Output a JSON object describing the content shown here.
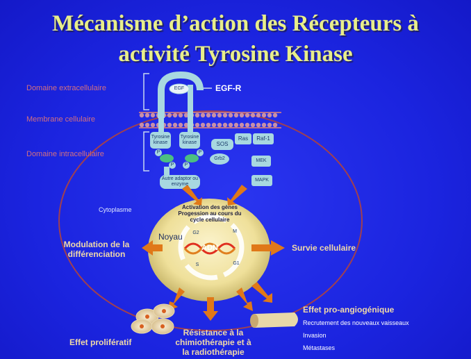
{
  "title": {
    "line1": "Mécanisme d’action des Récepteurs à",
    "line2": "activité Tyrosine Kinase"
  },
  "regions": {
    "extracellular": "Domaine extracellulaire",
    "membrane": "Membrane cellulaire",
    "intracellular": "Domaine intracellulaire",
    "cytoplasm": "Cytoplasme"
  },
  "receptor": {
    "name": "EGF-R",
    "ligand": "EGF",
    "kinase_left": "Tyrosine kinase",
    "kinase_right": "Tyrosine kinase",
    "p": "P",
    "grb2": "Grb2",
    "adaptor": "Autre adaptor ou enzyme"
  },
  "pathway": {
    "sos": "SOS",
    "ras": "Ras",
    "raf": "Raf-1",
    "mek": "MEK",
    "mapk": "MAPK"
  },
  "nucleus": {
    "label": "Noyau",
    "activation": "Activation des gènes Progession au cours du cycle cellulaire",
    "dna": "ADN",
    "phases": [
      "G2",
      "M",
      "G1",
      "S"
    ]
  },
  "effects": {
    "differentiation": "Modulation de la différenciation",
    "survival": "Survie cellulaire",
    "proliferation": "Effet prolifératif",
    "resistance": "Résistance à la chimiothérapie et à la radiothérapie",
    "angiogenic": "Effet pro-angiogénique",
    "angio_items": [
      "Recrutement des nouveaux vaisseaux",
      "Invasion",
      "Métastases"
    ]
  },
  "colors": {
    "background": "#1b24df",
    "title": "#e8ee8a",
    "arrow": "#e07818",
    "receptor": "#a8d8e0",
    "cell_outline": "#a04050"
  }
}
